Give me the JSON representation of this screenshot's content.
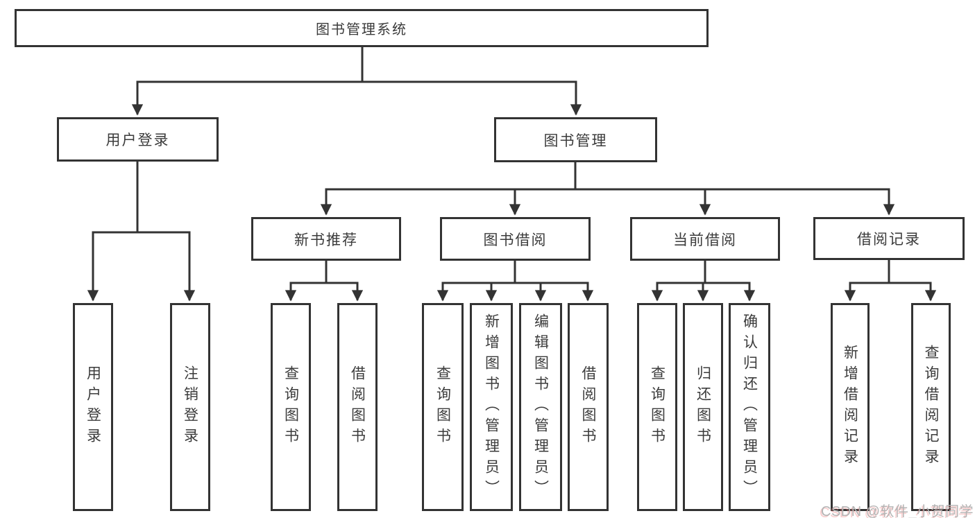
{
  "diagram_title": "图书管理系统",
  "watermark": "CSDN @软件_小贺同学",
  "colors": {
    "line": "#333333",
    "box_border": "#333333",
    "text": "#3b3b3b",
    "background": "#ffffff",
    "watermark_text": "#b4b4b4"
  },
  "root": {
    "label": "图书管理系统"
  },
  "level2": [
    {
      "label": "用户登录"
    },
    {
      "label": "图书管理"
    }
  ],
  "level3": [
    {
      "label": "新书推荐",
      "parent": "图书管理"
    },
    {
      "label": "图书借阅",
      "parent": "图书管理"
    },
    {
      "label": "当前借阅",
      "parent": "图书管理"
    },
    {
      "label": "借阅记录",
      "parent": "图书管理"
    }
  ],
  "leaves": [
    {
      "label": "用户登录",
      "parent": "用户登录"
    },
    {
      "label": "注销登录",
      "parent": "用户登录"
    },
    {
      "label": "查询图书",
      "parent": "新书推荐"
    },
    {
      "label": "借阅图书",
      "parent": "新书推荐"
    },
    {
      "label": "查询图书",
      "parent": "图书借阅"
    },
    {
      "label": "新增图书（管理员）",
      "parent": "图书借阅"
    },
    {
      "label": "编辑图书（管理员）",
      "parent": "图书借阅"
    },
    {
      "label": "借阅图书",
      "parent": "图书借阅"
    },
    {
      "label": "查询图书",
      "parent": "当前借阅"
    },
    {
      "label": "归还图书",
      "parent": "当前借阅"
    },
    {
      "label": "确认归还（管理员）",
      "parent": "当前借阅"
    },
    {
      "label": "新增借阅记录",
      "parent": "借阅记录"
    },
    {
      "label": "查询借阅记录",
      "parent": "借阅记录"
    }
  ]
}
